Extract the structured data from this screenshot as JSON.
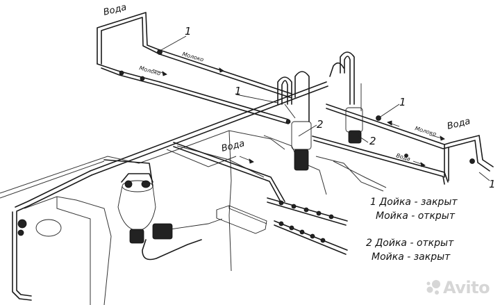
{
  "diagram": {
    "labels": {
      "water": "Вода",
      "milk": "Молоко",
      "one": "1",
      "two": "2"
    },
    "legend": {
      "line1": "1 Дойка -  закрыт",
      "line2": "Мойка - открыт",
      "line3": "2 Дойка - открыт",
      "line4": "Мойка - закрыт"
    }
  },
  "watermark": {
    "text": "Avito",
    "icon": "avito-dots-icon"
  }
}
